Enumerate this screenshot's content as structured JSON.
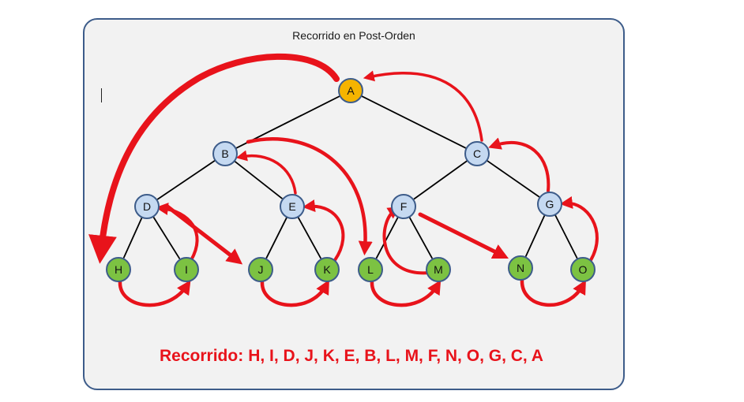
{
  "title": "Recorrido  en Post-Orden",
  "colors": {
    "root": "#f5b400",
    "internal": "#c5d9f1",
    "leaf": "#7cc242",
    "edge": "#000000",
    "arrow": "#e8131b"
  },
  "tree": {
    "nodes": [
      {
        "id": "A",
        "label": "A",
        "kind": "root"
      },
      {
        "id": "B",
        "label": "B",
        "kind": "internal"
      },
      {
        "id": "C",
        "label": "C",
        "kind": "internal"
      },
      {
        "id": "D",
        "label": "D",
        "kind": "internal"
      },
      {
        "id": "E",
        "label": "E",
        "kind": "internal"
      },
      {
        "id": "F",
        "label": "F",
        "kind": "internal"
      },
      {
        "id": "G",
        "label": "G",
        "kind": "internal"
      },
      {
        "id": "H",
        "label": "H",
        "kind": "leaf"
      },
      {
        "id": "I",
        "label": "I",
        "kind": "leaf"
      },
      {
        "id": "J",
        "label": "J",
        "kind": "leaf"
      },
      {
        "id": "K",
        "label": "K",
        "kind": "leaf"
      },
      {
        "id": "L",
        "label": "L",
        "kind": "leaf"
      },
      {
        "id": "M",
        "label": "M",
        "kind": "leaf"
      },
      {
        "id": "N",
        "label": "N",
        "kind": "leaf"
      },
      {
        "id": "O",
        "label": "O",
        "kind": "leaf"
      }
    ],
    "edges": [
      [
        "A",
        "B"
      ],
      [
        "A",
        "C"
      ],
      [
        "B",
        "D"
      ],
      [
        "B",
        "E"
      ],
      [
        "C",
        "F"
      ],
      [
        "C",
        "G"
      ],
      [
        "D",
        "H"
      ],
      [
        "D",
        "I"
      ],
      [
        "E",
        "J"
      ],
      [
        "E",
        "K"
      ],
      [
        "F",
        "L"
      ],
      [
        "F",
        "M"
      ],
      [
        "G",
        "N"
      ],
      [
        "G",
        "O"
      ]
    ]
  },
  "traversal_order": [
    "H",
    "I",
    "D",
    "J",
    "K",
    "E",
    "B",
    "L",
    "M",
    "F",
    "N",
    "O",
    "G",
    "C",
    "A"
  ],
  "result": {
    "label": "Recorrido:",
    "sequence": "H, I, D, J, K, E, B, L, M, F, N, O, G, C, A"
  }
}
